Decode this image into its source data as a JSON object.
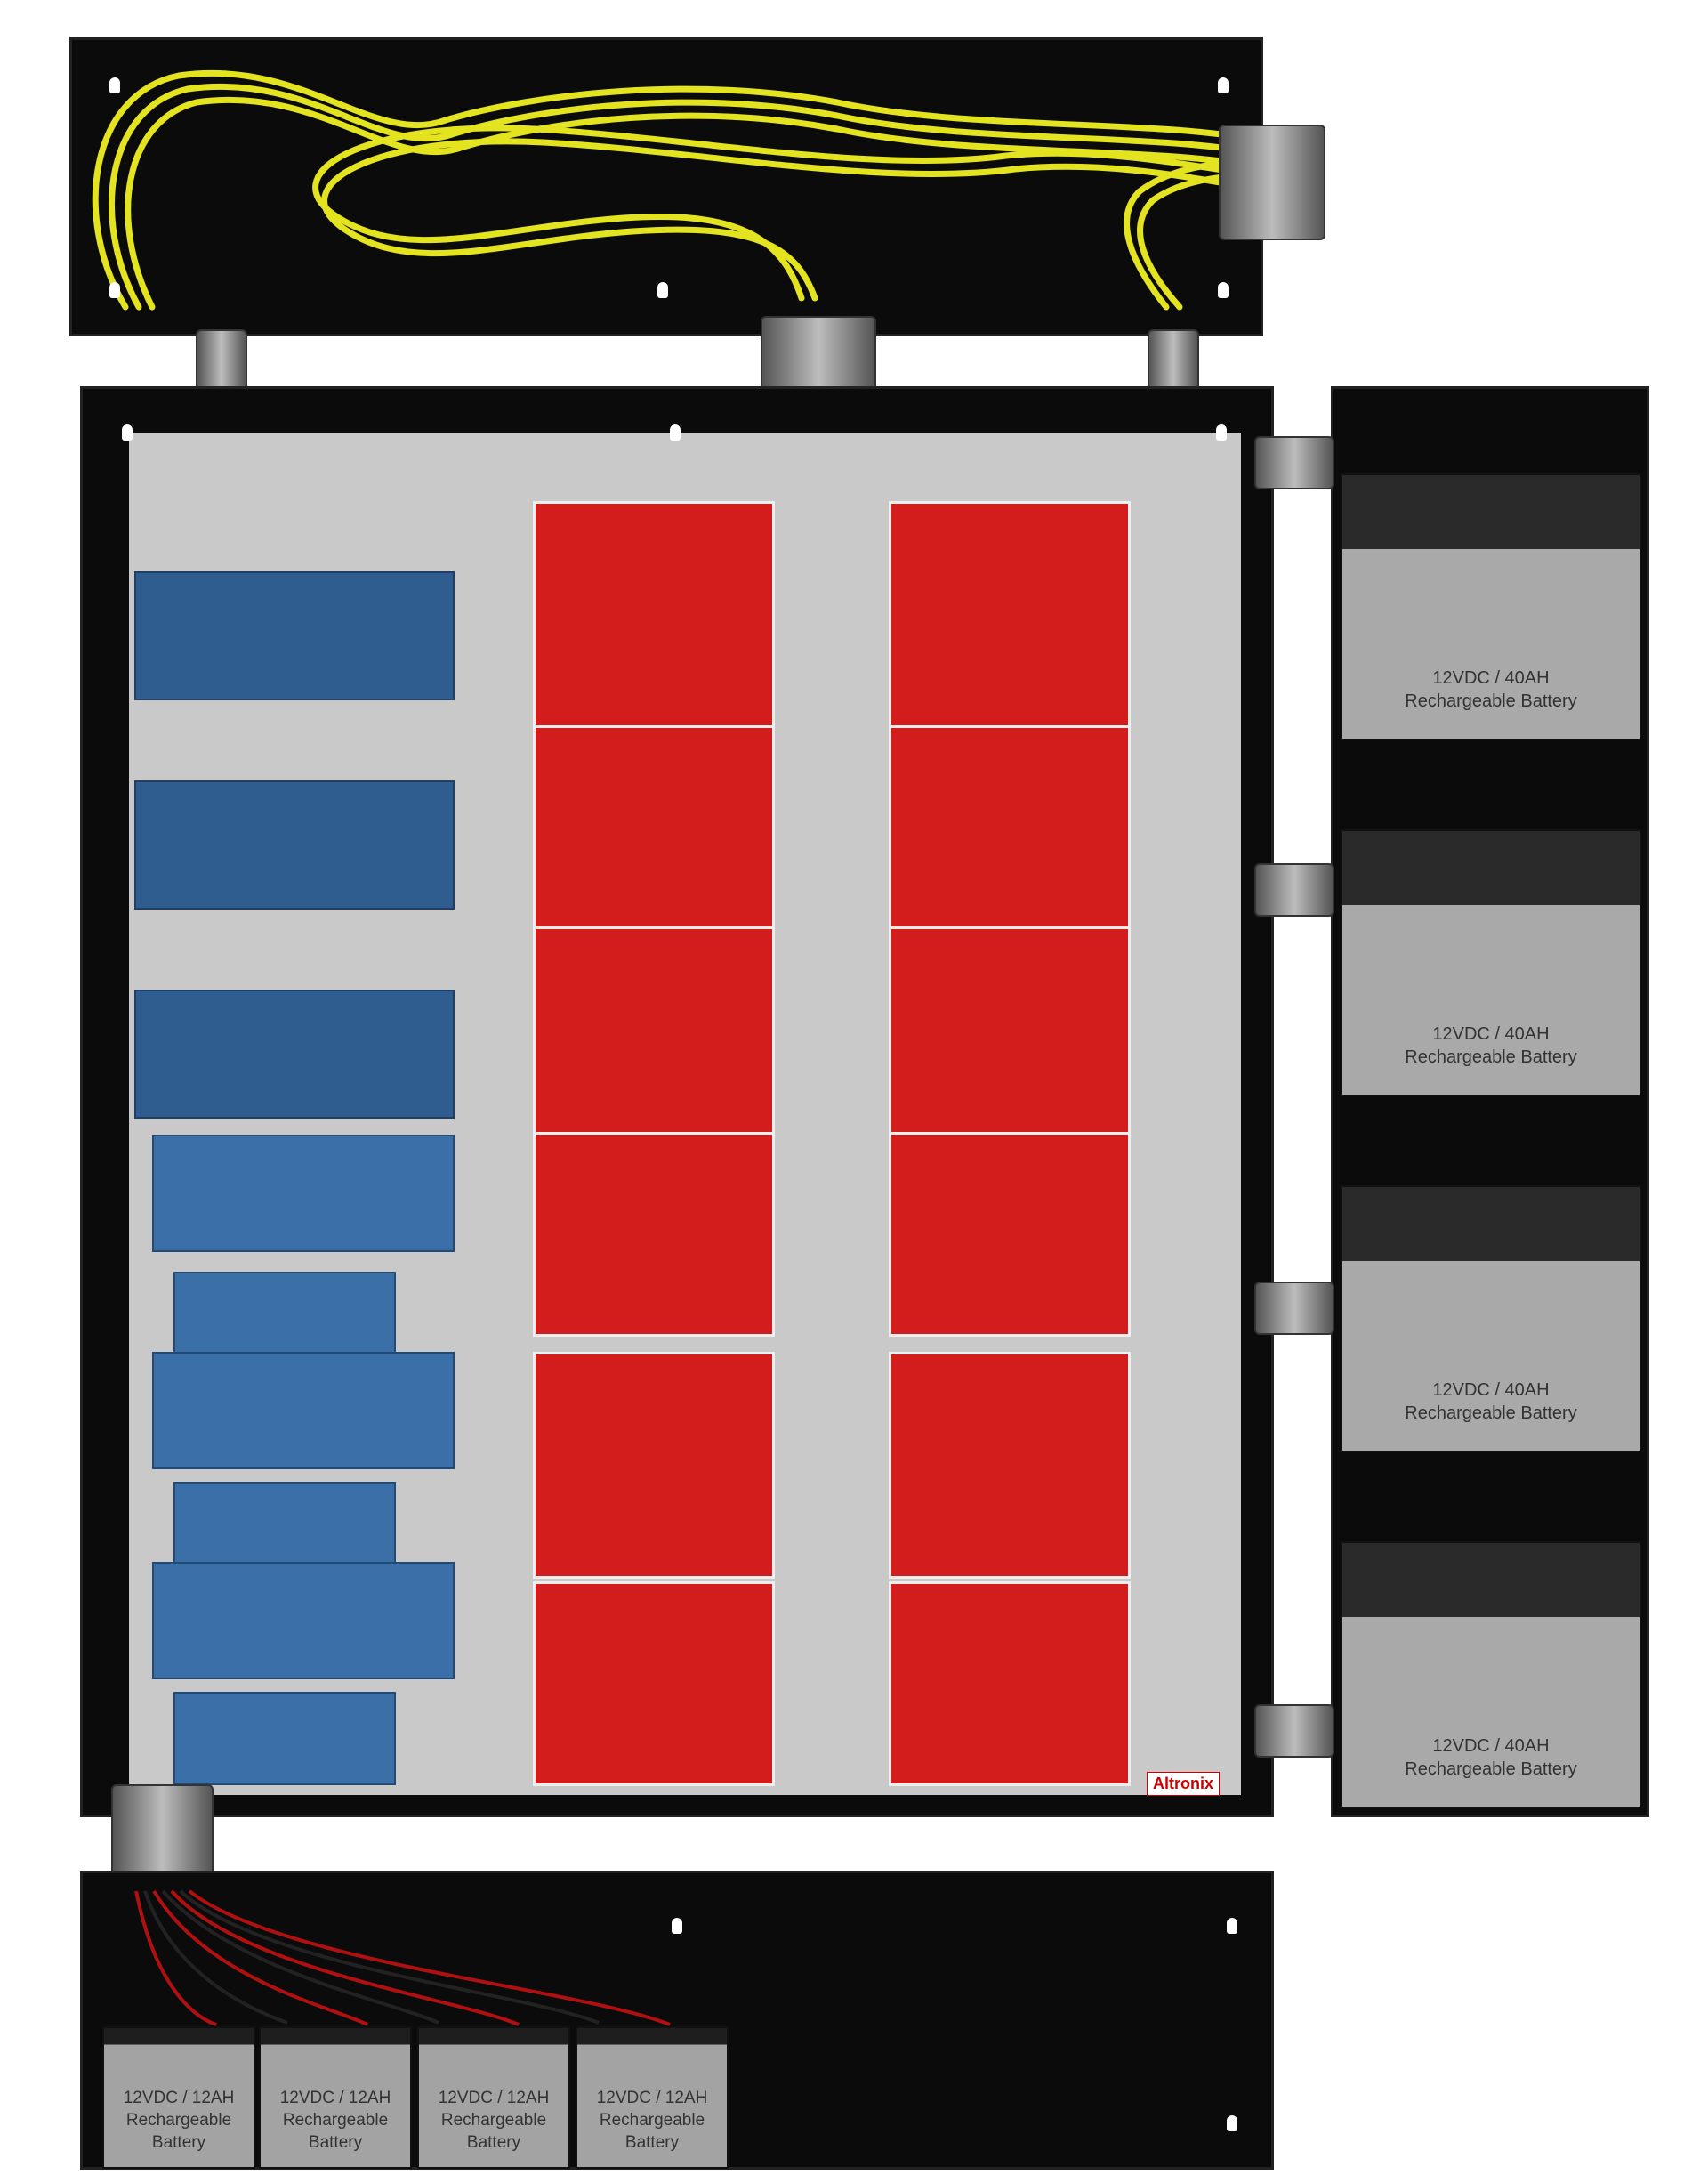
{
  "batteries_large": [
    {
      "line1": "12VDC  / 40AH",
      "line2": "Rechargeable Battery"
    },
    {
      "line1": "12VDC  / 40AH",
      "line2": "Rechargeable Battery"
    },
    {
      "line1": "12VDC  / 40AH",
      "line2": "Rechargeable Battery"
    },
    {
      "line1": "12VDC  / 40AH",
      "line2": "Rechargeable Battery"
    }
  ],
  "batteries_small": [
    {
      "line1": "12VDC / 12AH",
      "line2": "Rechargeable",
      "line3": "Battery"
    },
    {
      "line1": "12VDC / 12AH",
      "line2": "Rechargeable",
      "line3": "Battery"
    },
    {
      "line1": "12VDC / 12AH",
      "line2": "Rechargeable",
      "line3": "Battery"
    },
    {
      "line1": "12VDC / 12AH",
      "line2": "Rechargeable",
      "line3": "Battery"
    }
  ],
  "brand": {
    "name": "Altronix",
    "color": "#cc0000"
  },
  "colors": {
    "enclosure": "#0b0b0b",
    "board_red": "#d31d1d",
    "board_blue": "#2f5d8f",
    "wire": "#e3e31f"
  }
}
